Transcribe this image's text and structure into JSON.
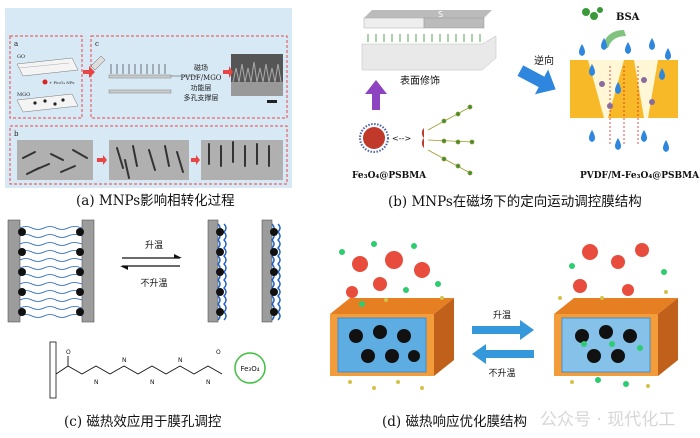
{
  "panel_a": {
    "caption": "(a) MNPs影响相转化过程",
    "label_a": "a",
    "label_b": "b",
    "label_c": "c",
    "go": "GO",
    "mgo": "MGO",
    "fe_label": "+ Fe₃O₄ NPs",
    "field_line1": "磁场",
    "field_line2": "PVDF/MGO",
    "layer1": "功能层",
    "layer2": "多孔支撑层",
    "bg_color": "#d7e9f5",
    "frame_color": "#e84545"
  },
  "panel_b": {
    "caption": "(b) MNPs在磁场下的定向运动调控膜结构",
    "surface_mod": "表面修饰",
    "reverse": "逆向",
    "bsa": "BSA",
    "left_label": "Fe₃O₄@PSBMA",
    "right_label": "PVDF/M-Fe₃O₄@PSBMA"
  },
  "panel_c": {
    "caption": "(c) 磁热效应用于膜孔调控",
    "heat": "升温",
    "no_heat": "不升温",
    "fe_circle": "Fe₃O₄"
  },
  "panel_d": {
    "caption": "(d) 磁热响应优化膜结构",
    "heat": "升温",
    "no_heat": "不升温"
  },
  "watermark": "公众号 · 现代化工"
}
